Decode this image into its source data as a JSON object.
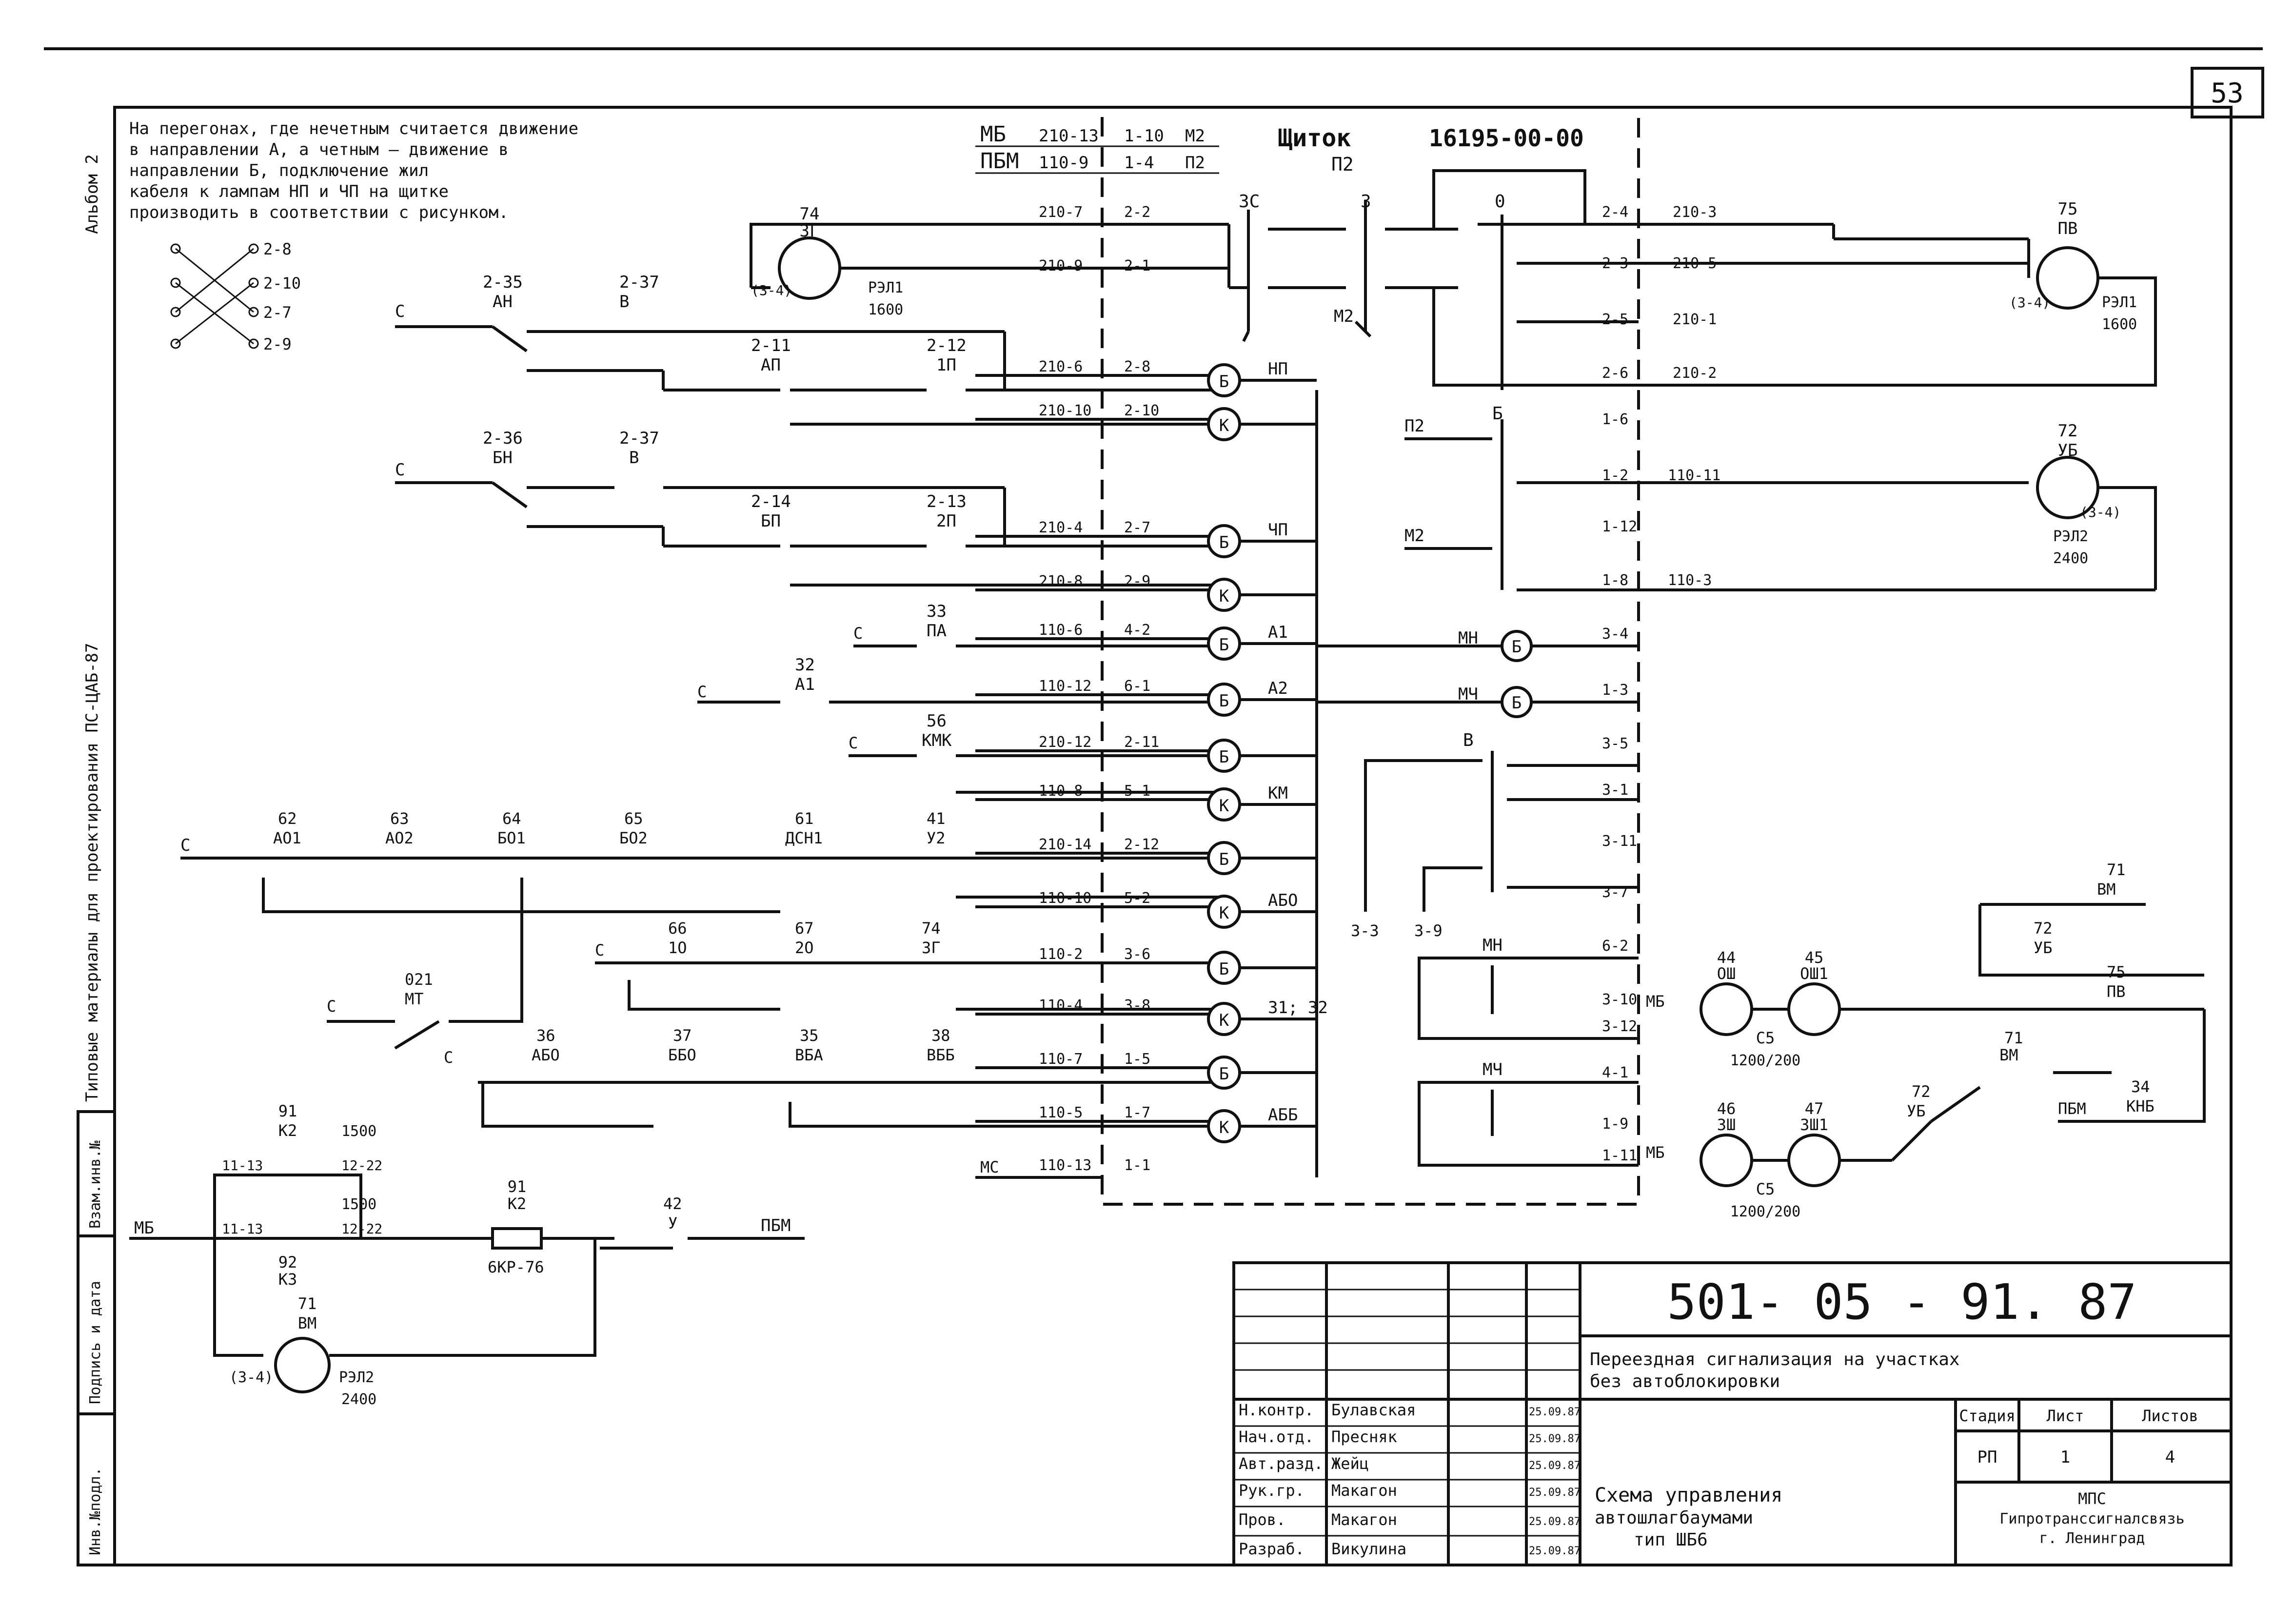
{
  "sheet": {
    "page_number": "53",
    "album": "Альбом 2",
    "series": "Типовые материалы для проектирования ПС-ЦАБ-87"
  },
  "note": [
    "На перегонах, где нечетным считается движение",
    "в направлении А, а четным – движение в",
    "направлении Б, подключение жил",
    "кабеля к лампам НП и ЧП на щитке",
    "производить в соответствии с рисунком."
  ],
  "cross_labels": [
    "2-8",
    "2-10",
    "2-7",
    "2-9"
  ],
  "panel": {
    "title": "Щиток",
    "code": "16195-00-00",
    "mb": "МБ",
    "pbm": "ПБМ",
    "mb_wire": "210-13",
    "pbm_wire": "110-9",
    "mb_term": "1-10",
    "pbm_term": "1-4",
    "m2": "М2",
    "p2": "П2",
    "mc": "МС"
  },
  "left_stack": {
    "labels": [
      "Инв.№подл.",
      "Подпись и дата",
      "Взам.инв.№"
    ]
  },
  "lamps": [
    {
      "kind": "Б",
      "wire": "210-6",
      "term": "2-8",
      "name": "НП"
    },
    {
      "kind": "К",
      "wire": "210-10",
      "term": "2-10",
      "name": ""
    },
    {
      "kind": "Б",
      "wire": "210-4",
      "term": "2-7",
      "name": "ЧП"
    },
    {
      "kind": "К",
      "wire": "210-8",
      "term": "2-9",
      "name": ""
    },
    {
      "kind": "Б",
      "wire": "110-6",
      "term": "4-2",
      "name": "А1"
    },
    {
      "kind": "Б",
      "wire": "110-12",
      "term": "6-1",
      "name": "А2"
    },
    {
      "kind": "Б",
      "wire": "210-12",
      "term": "2-11",
      "name": ""
    },
    {
      "kind": "К",
      "wire": "110-8",
      "term": "5-1",
      "name": "КМ"
    },
    {
      "kind": "Б",
      "wire": "210-14",
      "term": "2-12",
      "name": ""
    },
    {
      "kind": "К",
      "wire": "110-10",
      "term": "5-2",
      "name": "АБО"
    },
    {
      "kind": "Б",
      "wire": "110-2",
      "term": "3-6",
      "name": ""
    },
    {
      "kind": "К",
      "wire": "110-4",
      "term": "3-8",
      "name": "З1; З2"
    },
    {
      "kind": "Б",
      "wire": "110-7",
      "term": "1-5",
      "name": ""
    },
    {
      "kind": "К",
      "wire": "110-5",
      "term": "1-7",
      "name": "АББ"
    },
    {
      "kind": "",
      "wire": "110-13",
      "term": "1-1",
      "name": ""
    }
  ],
  "relays_top": [
    {
      "id": "74",
      "name": "3Г",
      "coil": "РЭЛ1",
      "val": "1600",
      "pins": "(3-4)"
    },
    {
      "id": "75",
      "name": "ПВ",
      "coil": "РЭЛ1",
      "val": "1600",
      "pins": "(3-4)"
    },
    {
      "id": "72",
      "name": "УБ",
      "coil": "РЭЛ2",
      "val": "2400",
      "pins": "(3-4)"
    },
    {
      "id": "71",
      "name": "ВМ",
      "coil": "РЭЛ2",
      "val": "2400",
      "pins": "(3-4)"
    }
  ],
  "contacts": {
    "r1": [
      {
        "id": "2-35",
        "name": "АН"
      },
      {
        "id": "2-37",
        "name": "В"
      },
      {
        "id": "2-11",
        "name": "АП"
      },
      {
        "id": "2-12",
        "name": "1П"
      }
    ],
    "r2": [
      {
        "id": "2-36",
        "name": "БН"
      },
      {
        "id": "2-37",
        "name": "В"
      },
      {
        "id": "2-14",
        "name": "БП"
      },
      {
        "id": "2-13",
        "name": "2П"
      }
    ],
    "pa": {
      "id": "33",
      "name": "ПА"
    },
    "a1": {
      "id": "32",
      "name": "А1"
    },
    "kmk": {
      "id": "56",
      "name": "КМК"
    },
    "chain": [
      {
        "id": "62",
        "name": "АО1"
      },
      {
        "id": "63",
        "name": "АО2"
      },
      {
        "id": "64",
        "name": "БО1"
      },
      {
        "id": "65",
        "name": "БО2"
      },
      {
        "id": "61",
        "name": "ДСН1"
      },
      {
        "id": "41",
        "name": "У2"
      }
    ],
    "chain2": [
      {
        "id": "66",
        "name": "1О"
      },
      {
        "id": "67",
        "name": "2О"
      },
      {
        "id": "74",
        "name": "3Г"
      }
    ],
    "mt": {
      "id": "021",
      "name": "МТ"
    },
    "chain3": [
      {
        "id": "36",
        "name": "АБО"
      },
      {
        "id": "37",
        "name": "ББО"
      },
      {
        "id": "35",
        "name": "ВБА"
      },
      {
        "id": "38",
        "name": "ВББ"
      }
    ],
    "k2": {
      "id": "91",
      "name": "К2",
      "val": "1500"
    },
    "k3": {
      "id": "92",
      "name": "К3",
      "val": "1500"
    },
    "k2b": {
      "id": "91",
      "name": "К2"
    },
    "y": {
      "id": "42",
      "name": "У"
    },
    "resistor": "6КР-76"
  },
  "right_panel": {
    "switches_top": [
      "3С",
      "3",
      "0"
    ],
    "switch_b": "Б",
    "switch_v": "В",
    "mn_label": "МН",
    "mch_label": "МЧ",
    "terms": [
      "2-4",
      "2-3",
      "2-5",
      "2-6",
      "1-6",
      "1-2",
      "1-12",
      "1-8",
      "3-4",
      "1-3",
      "3-5",
      "3-1",
      "3-11",
      "3-7",
      "6-2",
      "3-10",
      "3-12",
      "4-1",
      "1-9",
      "1-11"
    ],
    "wires": [
      "210-3",
      "210-5",
      "210-1",
      "210-2",
      "110-11",
      "110-3"
    ],
    "under": [
      "3-3",
      "3-9"
    ],
    "motors": [
      {
        "a": "44",
        "na": "ОШ",
        "b": "45",
        "nb": "ОШ1",
        "cap": "С5",
        "cv": "1200/200",
        "mb": "МБ"
      },
      {
        "a": "46",
        "na": "3Ш",
        "b": "47",
        "nb": "3Ш1",
        "cap": "С5",
        "cv": "1200/200",
        "mb": "МБ"
      }
    ],
    "r_rel": [
      {
        "id": "71",
        "name": "ВМ"
      },
      {
        "id": "72",
        "name": "УБ"
      },
      {
        "id": "75",
        "name": "ПВ"
      },
      {
        "id": "71",
        "name": "ВМ"
      },
      {
        "id": "34",
        "name": "КНБ"
      },
      {
        "id": "72",
        "name": "УБ"
      }
    ],
    "pbm": "ПБМ"
  },
  "title_block": {
    "doc_number": "501- 05 - 91. 87",
    "project_line1": "Переездная сигнализация на участках",
    "project_line2": "без автоблокировки",
    "drawing_title_1": "Схема управления",
    "drawing_title_2": "автошлагбаумами",
    "drawing_title_3": "тип ШБ6",
    "stage_label": "Стадия",
    "sheet_label": "Лист",
    "sheets_label": "Листов",
    "stage": "РП",
    "sheet": "1",
    "sheets": "4",
    "org_1": "МПС",
    "org_2": "Гипротранссигналсвязь",
    "org_3": "г. Ленинград",
    "people": [
      {
        "role": "Н.контр.",
        "name": "Булавская",
        "date": "25.09.87"
      },
      {
        "role": "Нач.отд.",
        "name": "Пресняк",
        "date": "25.09.87"
      },
      {
        "role": "Авт.разд.",
        "name": "Жейц",
        "date": "25.09.87"
      },
      {
        "role": "Рук.гр.",
        "name": "Макагон",
        "date": "25.09.87"
      },
      {
        "role": "Пров.",
        "name": "Макагон",
        "date": "25.09.87"
      },
      {
        "role": "Разраб.",
        "name": "Викулина",
        "date": "25.09.87"
      }
    ]
  },
  "bottom_left": {
    "mb": "МБ",
    "pbm": "ПБМ",
    "t1": "11-13",
    "t2": "12-22",
    "coil": "РЭЛ2",
    "val": "2400",
    "relay": {
      "id": "71",
      "name": "ВМ",
      "pins": "(3-4)"
    }
  }
}
